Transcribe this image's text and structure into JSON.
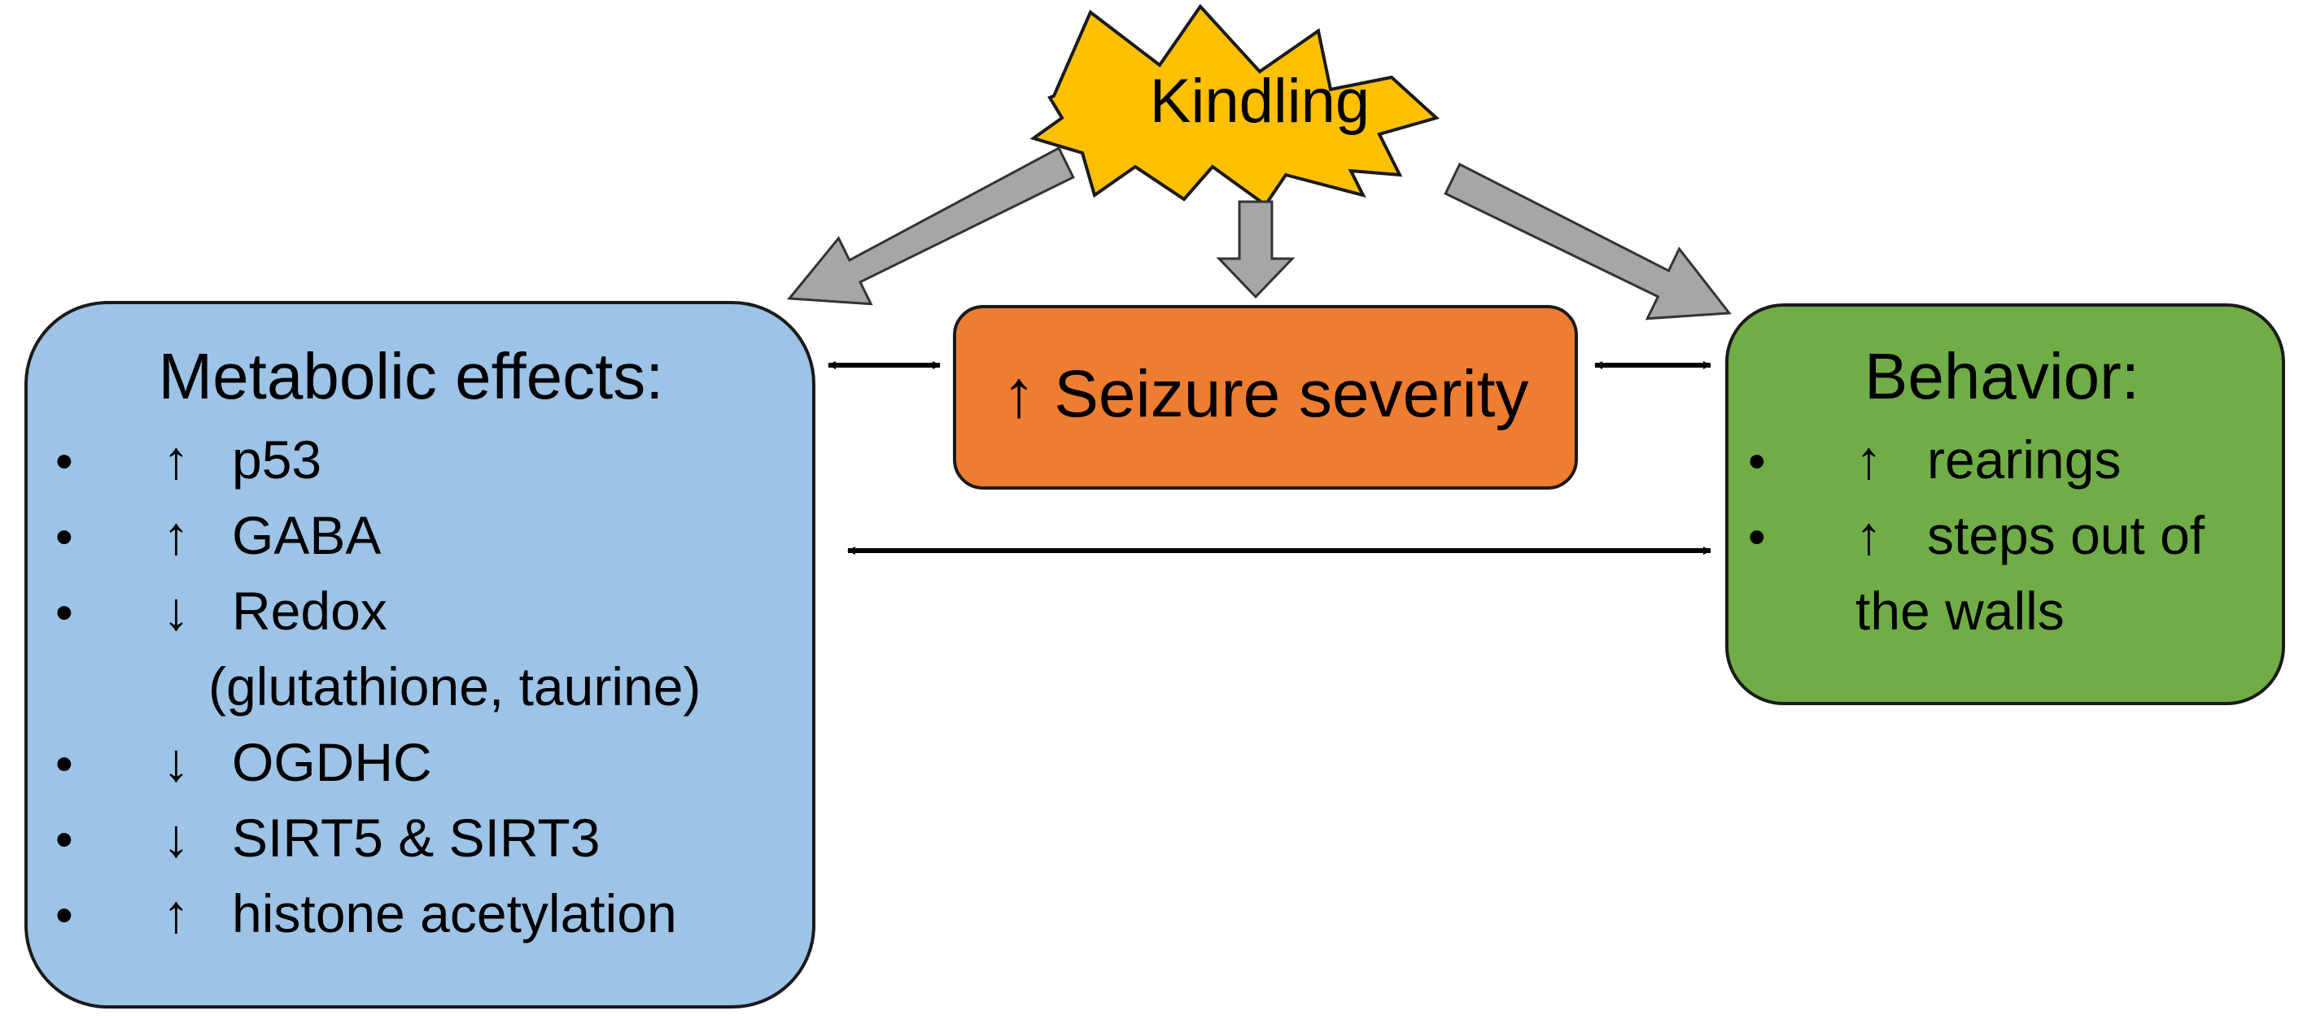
{
  "colors": {
    "metabolic_fill": "#9dc3e6",
    "seizure_fill": "#ed7d31",
    "behavior_fill": "#70ad47",
    "kindling_fill": "#ffc000",
    "arrow_gray": "#a6a6a6",
    "outline": "#1a1a1a"
  },
  "kindling": {
    "label": "Kindling"
  },
  "seizure": {
    "label": "↑ Seizure severity"
  },
  "metabolic": {
    "title": "Metabolic effects:",
    "bullet": "•",
    "items": [
      {
        "arrow": "↑",
        "text": "p53"
      },
      {
        "arrow": "↑",
        "text": "GABA"
      },
      {
        "arrow": "↓",
        "text": "Redox"
      },
      {
        "arrow": "",
        "text": "(glutathione, taurine)"
      },
      {
        "arrow": "↓",
        "text": "OGDHC"
      },
      {
        "arrow": "↓",
        "text": "SIRT5 & SIRT3"
      },
      {
        "arrow": "↑",
        "text": "histone acetylation"
      }
    ]
  },
  "behavior": {
    "title": "Behavior:",
    "bullet": "•",
    "items": [
      {
        "arrow": "↑",
        "text": "rearings"
      },
      {
        "arrow": "↑",
        "text": "steps out of"
      },
      {
        "arrow": "",
        "text": "the walls"
      }
    ]
  }
}
